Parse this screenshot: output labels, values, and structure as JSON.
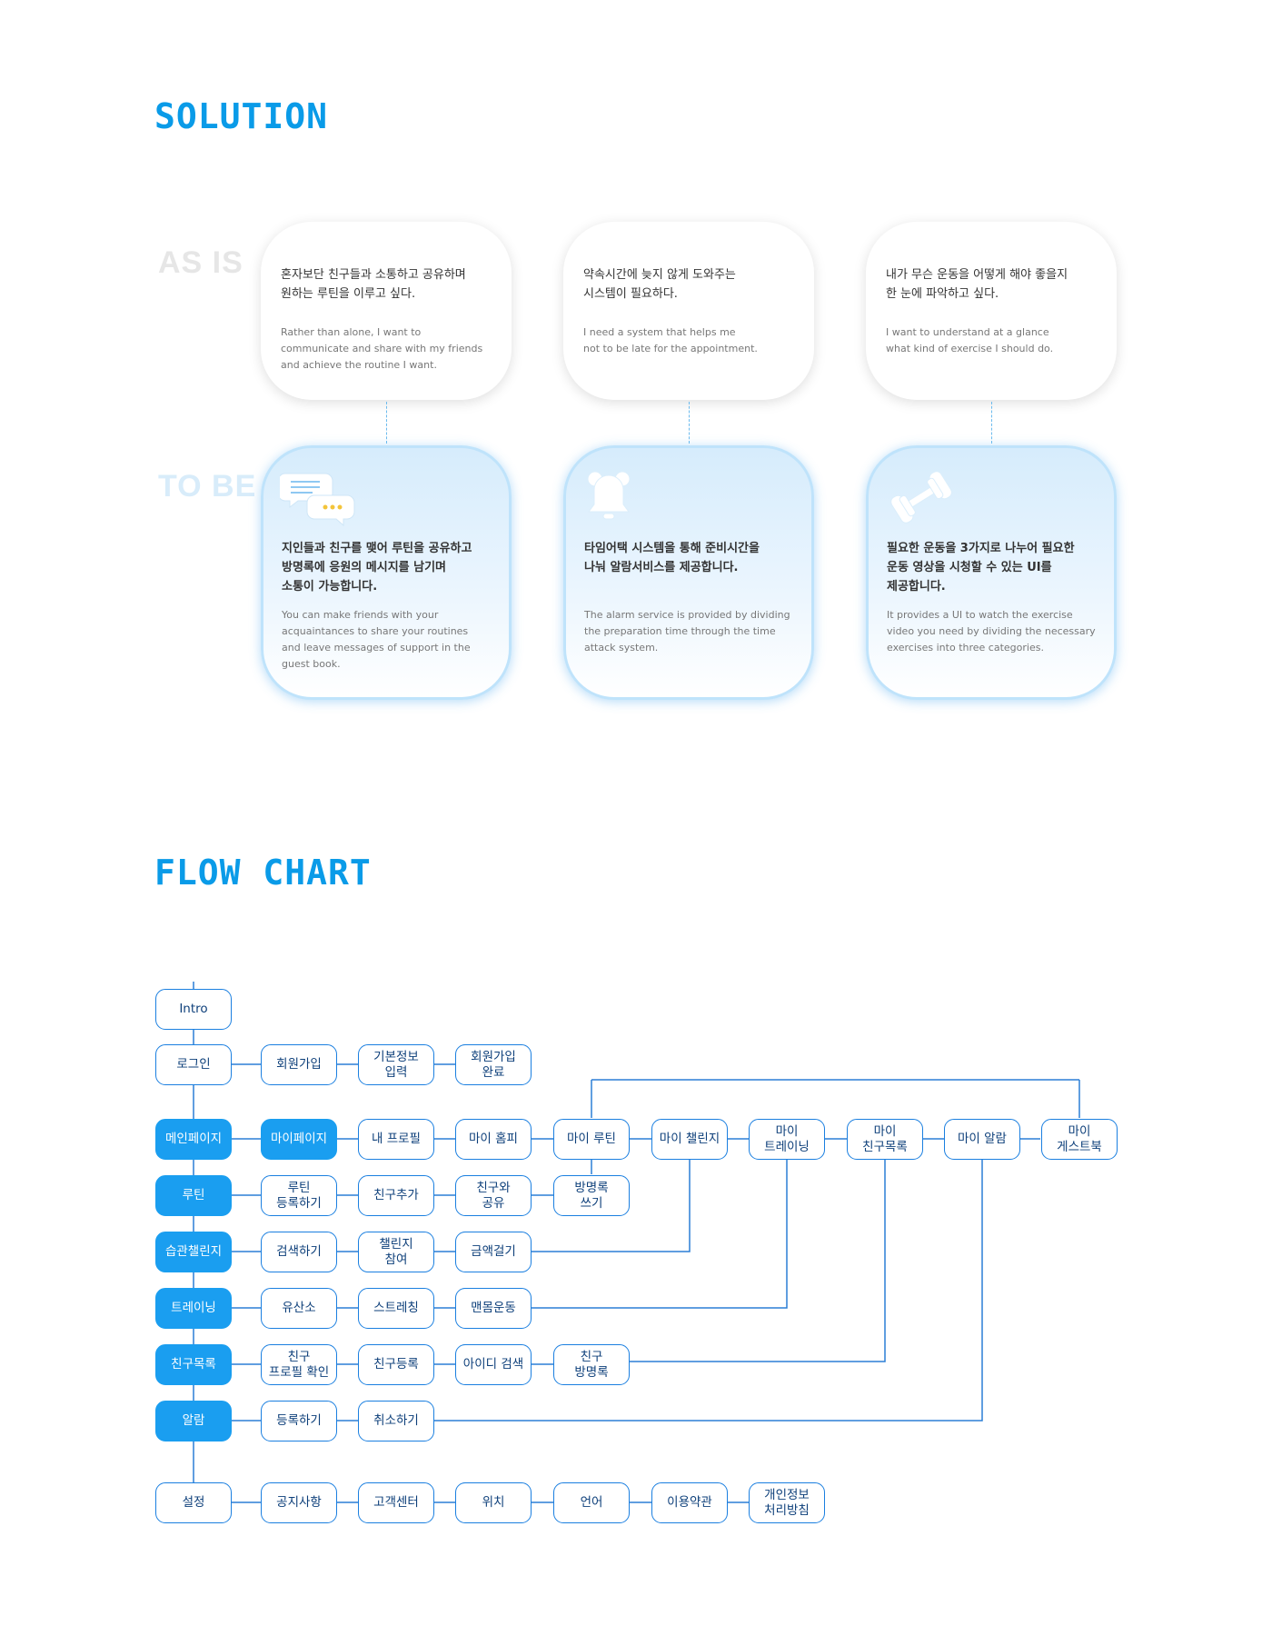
{
  "solution": {
    "title": "SOLUTION",
    "as_is_label": "AS IS",
    "to_be_label": "TO BE",
    "as_is": [
      {
        "ko": "혼자보단 친구들과 소통하고 공유하며\n원하는 루틴을 이루고 싶다.",
        "en": "Rather than alone, I want to\ncommunicate and share with my friends\nand achieve the routine I want."
      },
      {
        "ko": "약속시간에 늦지 않게 도와주는\n시스템이 필요하다.",
        "en": "I need a system that helps me\nnot to be late for the appointment."
      },
      {
        "ko": "내가 무슨 운동을 어떻게 해야 좋을지\n한 눈에 파악하고 싶다.",
        "en": "I want to understand at a glance\nwhat kind of exercise I should do."
      }
    ],
    "to_be": [
      {
        "icon": "chat-bubbles-icon",
        "ko": "지인들과 친구를 맺어 루틴을 공유하고\n방명록에 응원의 메시지를 남기며\n소통이 가능합니다.",
        "en": "You can make friends with your\nacquaintances to share your routines\nand leave messages of support in the\nguest book."
      },
      {
        "icon": "alarm-bell-icon",
        "ko": "타임어택 시스템을 통해 준비시간을\n나눠 알람서비스를 제공합니다.",
        "en": "The alarm service is provided by dividing\nthe preparation time through the time\nattack system."
      },
      {
        "icon": "dumbbell-icon",
        "ko": "필요한 운동을 3가지로 나누어 필요한\n운동 영상을 시청할 수 있는 UI를\n제공합니다.",
        "en": "It provides a UI to watch the exercise\nvideo you need by dividing the necessary\nexercises into three categories."
      }
    ]
  },
  "flow_chart": {
    "title": "FLOW CHART",
    "rows": [
      {
        "main": "Intro",
        "items": []
      },
      {
        "main": "로그인",
        "items": [
          "회원가입",
          "기본정보\n입력",
          "회원가입\n완료"
        ]
      },
      {
        "main": "메인페이지",
        "items": [
          "마이페이지",
          "내 프로필",
          "마이 홈피",
          "마이 루틴",
          "마이 챌린지",
          "마이\n트레이닝",
          "마이\n친구목록",
          "마이 알람",
          "마이\n게스트북"
        ]
      },
      {
        "main": "루틴",
        "items": [
          "루틴\n등록하기",
          "친구추가",
          "친구와\n공유",
          "방명록\n쓰기"
        ]
      },
      {
        "main": "습관챌린지",
        "items": [
          "검색하기",
          "챌린지\n참여",
          "금액걸기"
        ]
      },
      {
        "main": "트레이닝",
        "items": [
          "유산소",
          "스트레칭",
          "맨몸운동"
        ]
      },
      {
        "main": "친구목록",
        "items": [
          "친구\n프로필 확인",
          "친구등록",
          "아이디 검색",
          "친구\n방명록"
        ]
      },
      {
        "main": "알람",
        "items": [
          "등록하기",
          "취소하기"
        ]
      },
      {
        "main": "설정",
        "items": [
          "공지사항",
          "고객센터",
          "위치",
          "언어",
          "이용약관",
          "개인정보\n처리방침"
        ]
      }
    ]
  },
  "colors": {
    "accent": "#0a9be8",
    "node_border": "#1a7fe0",
    "node_fill": "#1a9ef0",
    "line": "#2b7fd6"
  }
}
